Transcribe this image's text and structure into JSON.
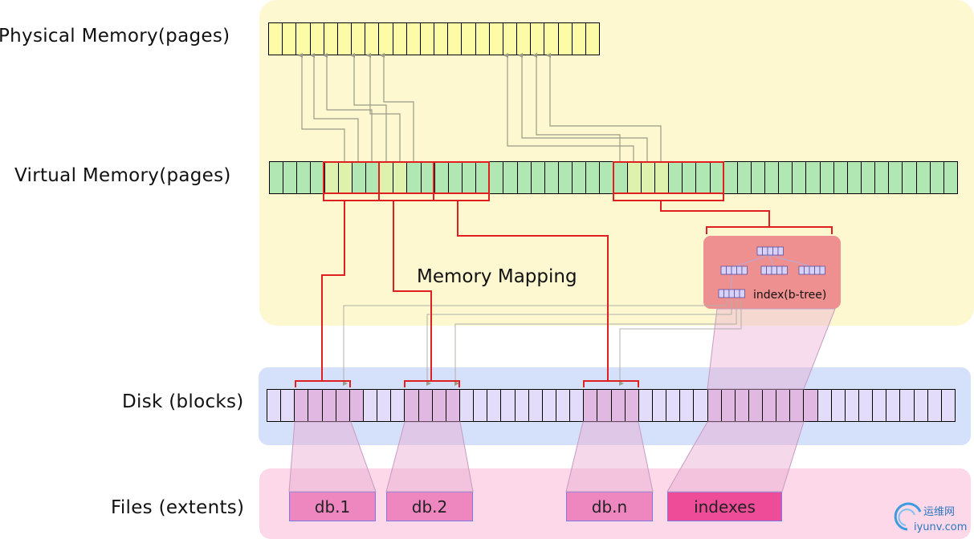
{
  "labels": {
    "physical": "Physical Memory(pages)",
    "virtual": "Virtual Memory(pages)",
    "disk": "Disk (blocks)",
    "files": "Files (extents)",
    "mapping": "Memory Mapping",
    "btree": "index(b-tree)"
  },
  "files": {
    "db1": "db.1",
    "db2": "db.2",
    "dbn": "db.n",
    "indexes": "indexes"
  },
  "watermark": {
    "line1": "运维网",
    "line2": "iyunv.com"
  },
  "rows": {
    "physical": {
      "count": 24,
      "mapped": []
    },
    "virtual": {
      "count": 50,
      "mapped": [
        4,
        5,
        8,
        9,
        26,
        27,
        28
      ]
    },
    "disk": {
      "count": 50,
      "mapped": [
        2,
        3,
        4,
        5,
        6,
        10,
        11,
        12,
        13,
        23,
        24,
        25,
        26,
        32,
        33,
        34,
        35,
        36,
        37,
        38,
        39
      ]
    }
  },
  "colors": {
    "physical_cell": "#fdfca6",
    "virtual_cell": "#b1e7b3",
    "virtual_mapped": "#dff2ad",
    "disk_cell": "#e3dcfb",
    "disk_mapped": "#e1b8e2",
    "bracket": "#e02020",
    "arrow": "#9b9b86"
  }
}
